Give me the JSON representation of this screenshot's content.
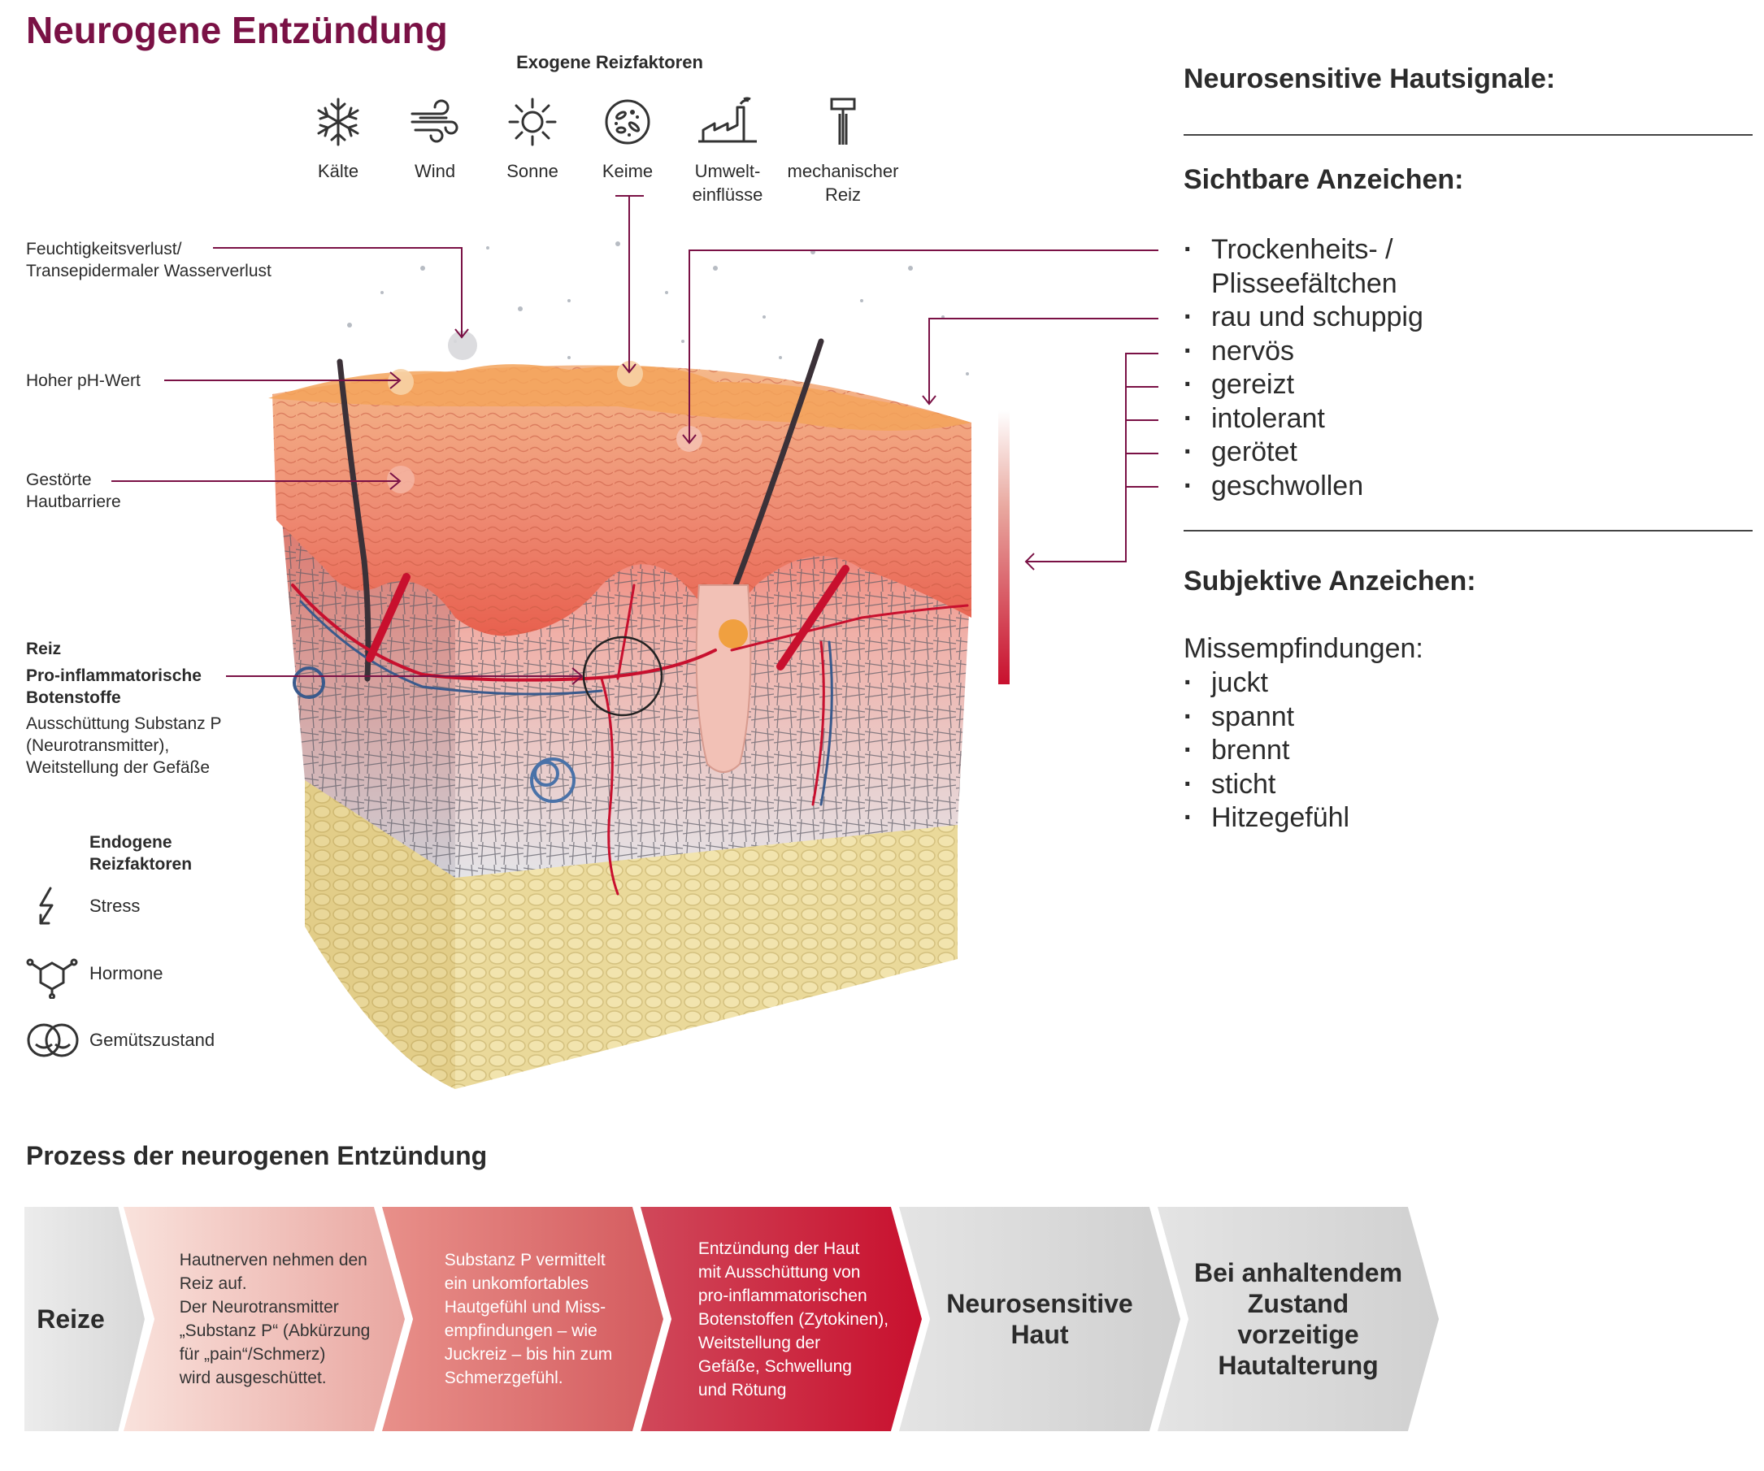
{
  "title": "Neurogene Entzündung",
  "exogenous": {
    "heading": "Exogene Reizfaktoren",
    "items": [
      {
        "label": "Kälte",
        "icon": "snowflake-icon"
      },
      {
        "label": "Wind",
        "icon": "wind-icon"
      },
      {
        "label": "Sonne",
        "icon": "sun-icon"
      },
      {
        "label": "Keime",
        "icon": "germs-icon"
      },
      {
        "label": "Umwelt-\neinflüsse",
        "icon": "factory-icon"
      },
      {
        "label": "mechanischer\nReiz",
        "icon": "razor-icon"
      }
    ]
  },
  "left_labels": {
    "moisture": "Feuchtigkeitsverlust/\nTransepidermaler Wasserverlust",
    "ph": "Hoher pH-Wert",
    "barrier": "Gestörte\nHautbarriere",
    "stimulus_bold_1": "Reiz",
    "stimulus_bold_2": "Pro-inflammatorische\nBotenstoffe",
    "stimulus_text": "Ausschüttung Substanz P\n(Neurotransmitter),\nWeitstellung der Gefäße"
  },
  "endogenous": {
    "heading": "Endogene\nReizfaktoren",
    "items": [
      {
        "label": "Stress",
        "icon": "lightning-arrow-icon"
      },
      {
        "label": "Hormone",
        "icon": "molecule-icon"
      },
      {
        "label": "Gemütszustand",
        "icon": "mood-faces-icon"
      }
    ]
  },
  "right_panel": {
    "heading_signals": "Neurosensitive Hautsignale:",
    "heading_visible": "Sichtbare Anzeichen:",
    "visible_signs": [
      "Trockenheits- /\nPlisseefältchen",
      "rau und schuppig",
      "nervös",
      "gereizt",
      "intolerant",
      "gerötet",
      "geschwollen"
    ],
    "heading_subjective": "Subjektive Anzeichen:",
    "subjective_intro": "Missempfindungen:",
    "subjective_signs": [
      "juckt",
      "spannt",
      "brennt",
      "sticht",
      "Hitzegefühl"
    ]
  },
  "process": {
    "heading": "Prozess der neurogenen Entzündung",
    "steps": [
      "Reize",
      "Hautnerven nehmen den\nReiz auf.\nDer Neurotransmitter\n„Substanz P“ (Abkürzung\nfür „pain“/Schmerz)\nwird ausgeschüttet.",
      "Substanz P vermittelt\nein unkomfortables\nHautgefühl und Miss-\nempfindungen – wie\nJuckreiz – bis hin zum\nSchmerzgefühl.",
      "Entzündung der Haut\nmit Ausschüttung von\npro-inflammatorischen\nBotenstoffen (Zytokinen),\nWeitstellung der\nGefäße, Schwellung\nund Rötung",
      "Neurosensitive\nHaut",
      "Bei anhaltendem\nZustand\nvorzeitige\nHautalterung"
    ]
  },
  "colors": {
    "title": "#7a1145",
    "leader_line": "#7a1145",
    "grey_step": "#dcdcdc",
    "red_strong": "#c8102e"
  }
}
